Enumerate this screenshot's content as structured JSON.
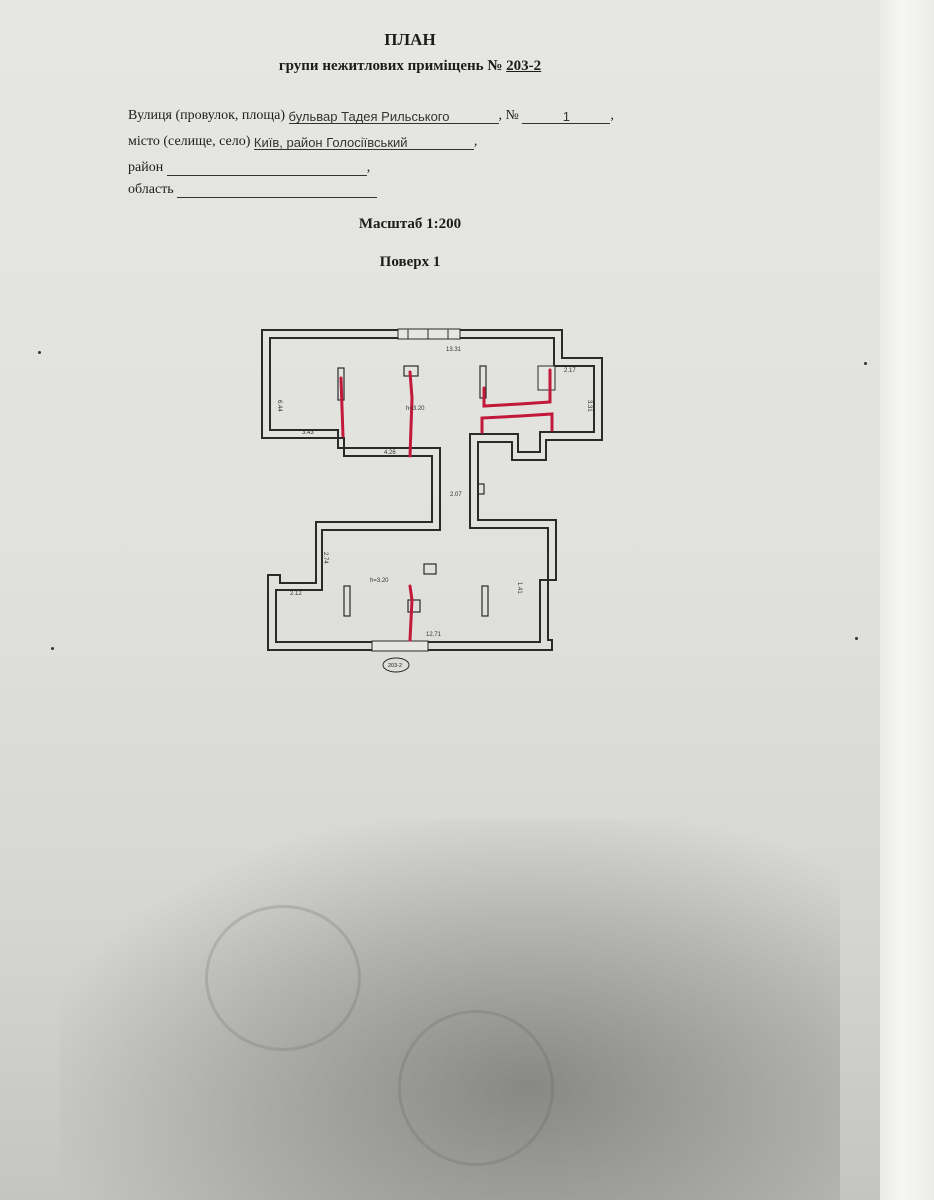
{
  "document": {
    "title": "ПЛАН",
    "subtitle_prefix": "групи нежитлових приміщень №",
    "group_number": "203-2",
    "street_label": "Вулиця (провулок, площа)",
    "street_value": "бульвар Тадея Рильського",
    "number_label": ", №",
    "number_value": "1",
    "city_label": "місто (селище, село)",
    "city_value": "Київ, район Голосіївський",
    "district_label": "район",
    "region_label": "область",
    "scale": "Масштаб 1:200",
    "floor": "Поверх 1"
  },
  "plan": {
    "dimensions": [
      "13.31",
      "6.44",
      "3.43",
      "4.26",
      "2.17",
      "3.31",
      "2.07",
      "2.74",
      "2.12",
      "1.41",
      "12.71"
    ],
    "room_heights": [
      "h=3.20",
      "h=3.20"
    ],
    "tag": "203-2",
    "markup_color": "#c2183a"
  }
}
